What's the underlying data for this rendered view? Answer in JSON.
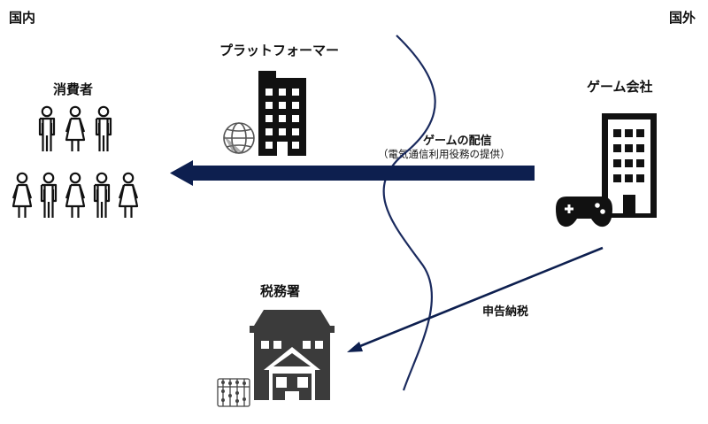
{
  "regions": {
    "domestic": "国内",
    "foreign": "国外"
  },
  "nodes": {
    "consumers": {
      "label": "消費者"
    },
    "platformer": {
      "label": "プラットフォーマー"
    },
    "game_company": {
      "label": "ゲーム会社"
    },
    "tax_office": {
      "label": "税務署"
    }
  },
  "flows": {
    "distribution": {
      "label": "ゲームの配信",
      "sublabel": "（電気通信利用役務の提供）"
    },
    "tax_filing": {
      "label": "申告納税"
    }
  },
  "colors": {
    "arrow_navy": "#0d1f4f",
    "border_line": "#1a2a5e",
    "icon_black": "#111111",
    "tax_office_gray": "#3b3b3b"
  },
  "icons": [
    "person-icon",
    "globe-icon",
    "gamepad-icon",
    "abacus-icon",
    "building-icon"
  ]
}
